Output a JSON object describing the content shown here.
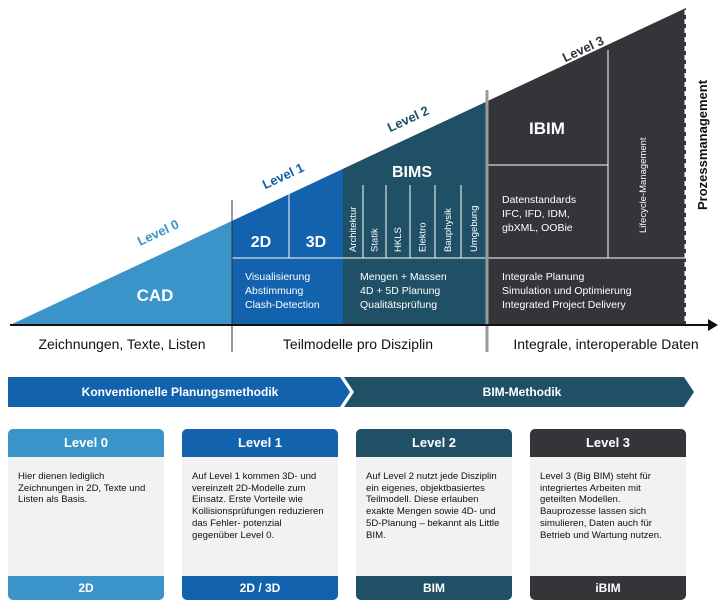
{
  "diagram": {
    "level_labels": [
      "Level 0",
      "Level 1",
      "Level 2",
      "Level 3"
    ],
    "cad": "CAD",
    "d2": "2D",
    "d3": "3D",
    "bims": "BIMS",
    "ibim": "IBIM",
    "disciplines": [
      "Architektur",
      "Statik",
      "HKLS",
      "Elektro",
      "Bauphysik",
      "Umgebung"
    ],
    "level1_lines": [
      "Visualisierung",
      "Abstimmung",
      "Clash-Detection"
    ],
    "level2_lines": [
      "Mengen + Massen",
      "4D + 5D Planung",
      "Qualitätsprüfung"
    ],
    "standards_lines": [
      "Datenstandards",
      "IFC, IFD, IDM,",
      "gbXML, OOBie"
    ],
    "level3_lines": [
      "Integrale Planung",
      "Simulation und Optimierung",
      "Integrated Project Delivery"
    ],
    "lifecycle": "Lifecycle-Management",
    "prozess": "Prozessmanagement",
    "bottom_labels": [
      "Zeichnungen, Texte, Listen",
      "Teilmodelle pro Disziplin",
      "Integrale, interoperable Daten"
    ],
    "method_left": "Konventionelle Planungsmethodik",
    "method_right": "BIM-Methodik"
  },
  "cards": [
    {
      "title": "Level 0",
      "body": "Hier dienen lediglich Zeichnungen in 2D, Texte und Listen als Basis.",
      "footer": "2D"
    },
    {
      "title": "Level 1",
      "body": "Auf Level 1 kommen 3D- und vereinzelt 2D-Modelle zum Einsatz. Erste Vorteile wie Kollisionsprüfungen reduzieren das Fehler- potenzial gegenüber Level 0.",
      "footer": "2D / 3D"
    },
    {
      "title": "Level 2",
      "body": "Auf Level 2 nutzt jede Disziplin ein eigenes, objektbasiertes Teilmodell. Diese erlauben exakte Mengen sowie 4D- und 5D-Planung – bekannt als Little BIM.",
      "footer": "BIM"
    },
    {
      "title": "Level 3",
      "body": "Level 3 (Big BIM) steht für integriertes Arbeiten mit geteilten Modellen. Bauprozesse lassen sich simulieren, Daten auch für Betrieb und Wartung nutzen.",
      "footer": "iBIM"
    }
  ],
  "colors": {
    "level0": "#3a94c9",
    "level1": "#1262ae",
    "level2": "#1f5066",
    "level3": "#333539"
  }
}
